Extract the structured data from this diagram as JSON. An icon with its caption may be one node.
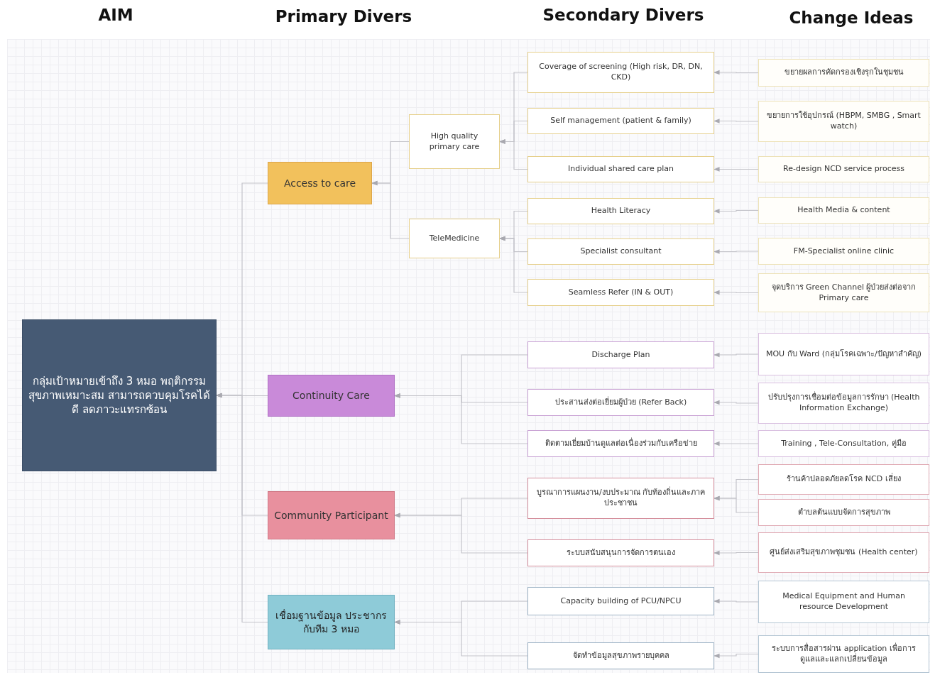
{
  "diagram": {
    "nodes": [
      {
        "text": [
          "กลุ่มเป้าหมายเข้าถึง 3 หมอ พฤติกรรมสุขภาพเหมาะสม สามารถควบคุมโรคได้ดี ลดภาวะแทรกซ้อน"
        ]
      },
      {
        "text": [
          "Access to care"
        ]
      },
      {
        "text": [
          "High quality primary care"
        ]
      },
      {
        "text": [
          "TeleMedicine"
        ]
      },
      {
        "text": [
          "Coverage of screening (High risk, DR, DN, CKD)"
        ]
      },
      {
        "text": [
          "Self management (patient & family)"
        ]
      },
      {
        "text": [
          "Individual shared care plan"
        ]
      },
      {
        "text": [
          "Health Literacy"
        ]
      },
      {
        "text": [
          "Specialist consultant"
        ]
      },
      {
        "text": [
          "Seamless Refer (IN & OUT)"
        ]
      },
      {
        "text": [
          "ขยายผลการคัดกรองเชิงรุกในชุมชน"
        ]
      },
      {
        "text": [
          "ขยายการใช้อุปกรณ์ (HBPM, SMBG , Smart watch)"
        ]
      },
      {
        "text": [
          "Re-design NCD service process"
        ]
      },
      {
        "text": [
          "Health Media & content"
        ]
      },
      {
        "text": [
          "FM-Specialist online clinic"
        ]
      },
      {
        "text": [
          "จุดบริการ Green Channel ผู้ป่วยส่งต่อจาก Primary care"
        ]
      },
      {
        "text": [
          "Continuity Care"
        ]
      },
      {
        "text": [
          "Discharge Plan"
        ]
      },
      {
        "text": [
          "ประสานส่งต่อเยี่ยมผู้ป่วย (Refer Back)"
        ]
      },
      {
        "text": [
          "ติดตามเยี่ยมบ้านดูแลต่อเนื่องร่วมกับเครือข่าย"
        ]
      },
      {
        "text": [
          "MOU กับ Ward (กลุ่มโรคเฉพาะ/ปัญหาสำคัญ)"
        ]
      },
      {
        "text": [
          "ปรับปรุงการเชื่อมต่อข้อมูลการรักษา (Health Information Exchange)"
        ]
      },
      {
        "text": [
          "Training , Tele-Consultation, คู่มือ"
        ]
      },
      {
        "text": [
          "Community Participant"
        ]
      },
      {
        "text": [
          "บูรณาการแผนงาน/งบประมาณ กับท้องถิ่นและภาคประชาชน"
        ]
      },
      {
        "text": [
          "ระบบสนับสนุนการจัดการตนเอง"
        ]
      },
      {
        "text": [
          "ร้านค้าปลอดภัยลดโรค NCD เสี่ยง"
        ]
      },
      {
        "text": [
          "ตำบลต้นแบบจัดการสุขภาพ"
        ]
      },
      {
        "text": [
          "ศูนย์ส่งเสริมสุขภาพชุมชน (Health center)"
        ]
      },
      {
        "text": [
          "เชื่อมฐานข้อมูล ประชากรกับทีม 3 หมอ"
        ]
      },
      {
        "text": [
          "Capacity building of PCU/NPCU"
        ]
      },
      {
        "text": [
          "จัดทำข้อมูลสุขภาพรายบุคคล"
        ]
      },
      {
        "text": [
          "Medical Equipment and Human resource Development"
        ]
      },
      {
        "text": [
          "ระบบการสื่อสารผ่าน application เพื่อการดูแลและแลกเปลี่ยนข้อมูล"
        ]
      }
    ],
    "edges": [
      {
        "from": 1,
        "to": 0,
        "arrow": "to"
      },
      {
        "from": 16,
        "to": 0,
        "arrow": "to"
      },
      {
        "from": 23,
        "to": 0,
        "arrow": "to"
      },
      {
        "from": 29,
        "to": 0,
        "arrow": "to"
      },
      {
        "from": 2,
        "to": 1,
        "arrow": "to"
      },
      {
        "from": 3,
        "to": 1,
        "arrow": "to"
      },
      {
        "from": 4,
        "to": 2,
        "arrow": "to"
      },
      {
        "from": 5,
        "to": 2,
        "arrow": "to"
      },
      {
        "from": 6,
        "to": 2,
        "arrow": "to"
      },
      {
        "from": 7,
        "to": 3,
        "arrow": "to"
      },
      {
        "from": 8,
        "to": 3,
        "arrow": "to"
      },
      {
        "from": 9,
        "to": 3,
        "arrow": "to"
      },
      {
        "from": 10,
        "to": 4,
        "arrow": "to"
      },
      {
        "from": 11,
        "to": 5,
        "arrow": "to"
      },
      {
        "from": 12,
        "to": 6,
        "arrow": "to"
      },
      {
        "from": 13,
        "to": 7,
        "arrow": "to"
      },
      {
        "from": 14,
        "to": 8,
        "arrow": "to"
      },
      {
        "from": 15,
        "to": 9,
        "arrow": "to"
      },
      {
        "from": 17,
        "to": 16,
        "arrow": "to"
      },
      {
        "from": 18,
        "to": 16,
        "arrow": "to"
      },
      {
        "from": 19,
        "to": 16,
        "arrow": "to"
      },
      {
        "from": 20,
        "to": 17,
        "arrow": "to"
      },
      {
        "from": 21,
        "to": 18,
        "arrow": "to"
      },
      {
        "from": 22,
        "to": 19,
        "arrow": "to"
      },
      {
        "from": 24,
        "to": 23,
        "arrow": "to"
      },
      {
        "from": 25,
        "to": 23,
        "arrow": "to"
      },
      {
        "from": 26,
        "to": 24,
        "arrow": "to"
      },
      {
        "from": 27,
        "to": 24,
        "arrow": "to"
      },
      {
        "from": 28,
        "to": 25,
        "arrow": "to"
      },
      {
        "from": 30,
        "to": 29,
        "arrow": "to"
      },
      {
        "from": 31,
        "to": 29,
        "arrow": "to"
      },
      {
        "from": 32,
        "to": 30,
        "arrow": "to"
      },
      {
        "from": 33,
        "to": 31,
        "arrow": "to"
      }
    ],
    "labels": [
      "AIM",
      "Primary Divers",
      "Secondary Divers",
      "Change Ideas"
    ]
  }
}
